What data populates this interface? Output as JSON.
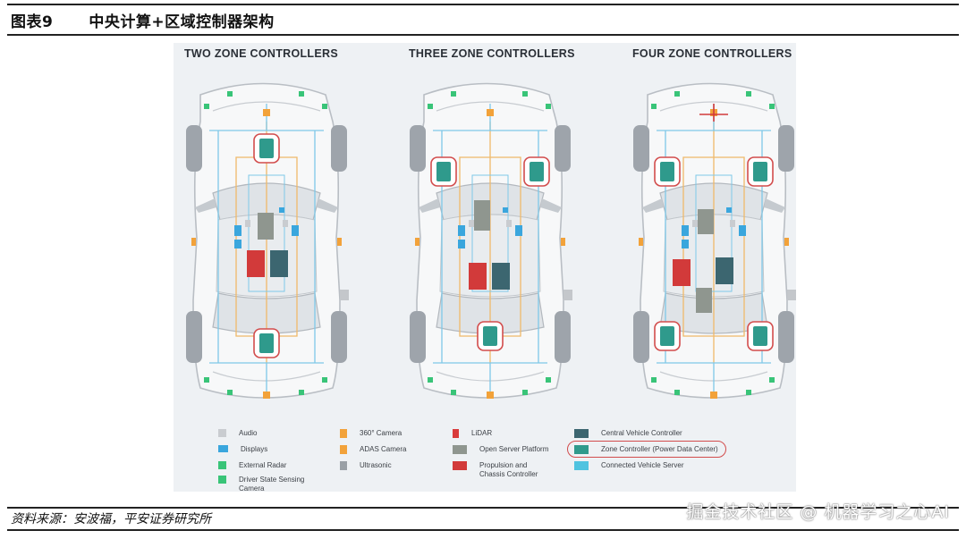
{
  "figure": {
    "number": "图表9",
    "title": "中央计算+区域控制器架构"
  },
  "diagrams": [
    {
      "label": "TWO ZONE CONTROLLERS"
    },
    {
      "label": "THREE ZONE CONTROLLERS"
    },
    {
      "label": "FOUR ZONE CONTROLLERS"
    }
  ],
  "legend": [
    {
      "label": "Audio",
      "icon": "audio-icon",
      "color": "#c9ccd0"
    },
    {
      "label": "Displays",
      "icon": "display-icon",
      "color": "#3aa6dd"
    },
    {
      "label": "External Radar",
      "icon": "radar-icon",
      "color": "#39c478"
    },
    {
      "label": "Driver State Sensing Camera",
      "icon": "camera-icon",
      "color": "#39c478"
    },
    {
      "label": "360° Camera",
      "icon": "camera-icon",
      "color": "#f2a23a"
    },
    {
      "label": "ADAS Camera",
      "icon": "camera-icon",
      "color": "#f2a23a"
    },
    {
      "label": "Ultrasonic",
      "icon": "ultrasonic-icon",
      "color": "#9aa0a6"
    },
    {
      "label": "LiDAR",
      "icon": "lidar-icon",
      "color": "#d93b3b"
    },
    {
      "label": "Open Server Platform",
      "icon": "server-icon",
      "color": "#8f968f"
    },
    {
      "label": "Propulsion and Chassis Controller",
      "icon": "controller-icon",
      "color": "#d23a3a"
    },
    {
      "label": "Central Vehicle Controller",
      "icon": "controller-icon",
      "color": "#3c6670"
    },
    {
      "label": "Zone Controller (Power Data Center)",
      "icon": "controller-icon",
      "color": "#2f9a8c"
    },
    {
      "label": "Connected Vehicle Server",
      "icon": "server-icon",
      "color": "#4fc3e0"
    }
  ],
  "colors": {
    "zone_controller": "#2f9a8c",
    "central_controller": "#3c6670",
    "propulsion": "#d23a3a",
    "open_server": "#8f968f",
    "highlight": "#d24c4c",
    "wiring_orange": "#f0b96a",
    "wiring_blue": "#7fc8e8"
  },
  "source": "资料来源：安波福，平安证券研究所",
  "watermark": "掘金技术社区 @ 机器学习之心AI"
}
